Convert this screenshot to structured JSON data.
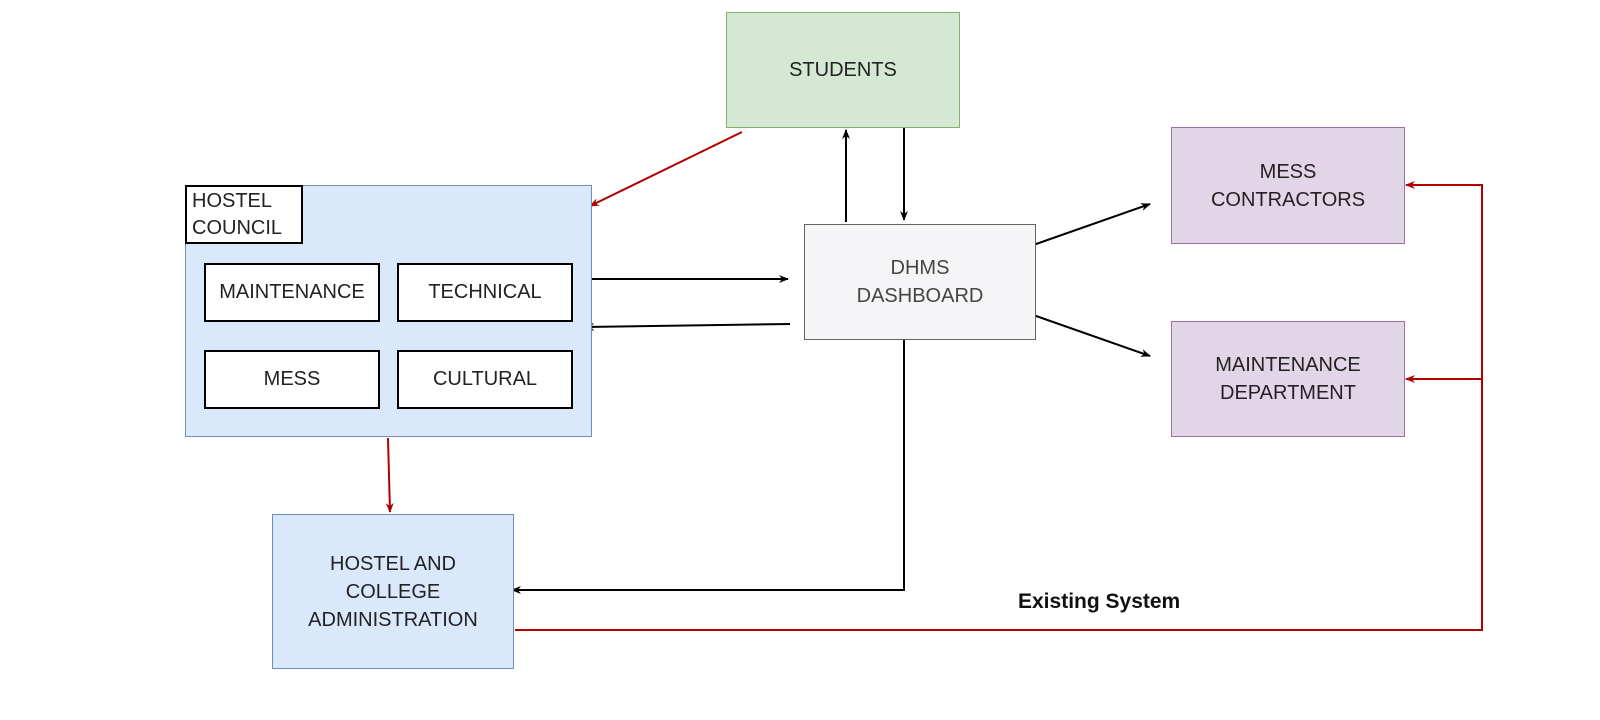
{
  "nodes": {
    "students": "STUDENTS",
    "mess_contractors": "MESS\nCONTRACTORS",
    "maintenance_department": "MAINTENANCE\nDEPARTMENT",
    "dhms_dashboard": "DHMS\nDASHBOARD",
    "hostel_college_admin": "HOSTEL AND\nCOLLEGE\nADMINISTRATION"
  },
  "hostel_council": {
    "label": "HOSTEL\nCOUNCIL",
    "committees": [
      "MAINTENANCE",
      "TECHNICAL",
      "MESS",
      "CULTURAL"
    ]
  },
  "annotations": {
    "existing_system": "Existing System"
  },
  "colors": {
    "black_arrow": "#000000",
    "red_arrow": "#b20000",
    "students_fill": "#d5e8d4",
    "recipient_fill": "#e1d5e7",
    "council_fill": "#dae8fc",
    "dashboard_fill": "#f5f5f7"
  }
}
